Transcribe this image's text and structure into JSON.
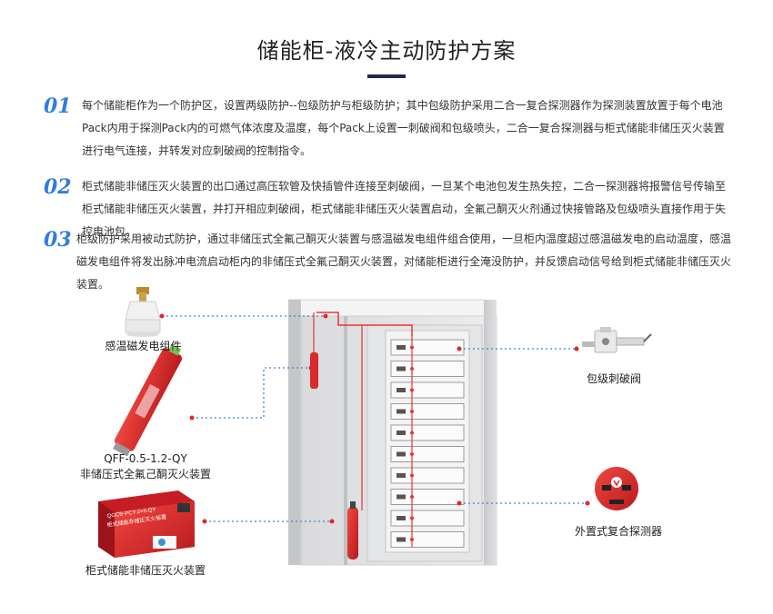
{
  "header": {
    "title": "储能柜-液冷主动防护方案"
  },
  "items": [
    {
      "num": "01",
      "text": "每个储能柜作为一个防护区，设置两级防护--包级防护与柜级防护；其中包级防护采用二合一复合探测器作为探测装置放置于每个电池Pack内用于探测Pack内的可燃气体浓度及温度，每个Pack上设置一刺破阀和包级喷头，二合一复合探测器与柜式储能非储压灭火装置进行电气连接，并转发对应刺破阀的控制指令。"
    },
    {
      "num": "02",
      "text": "柜式储能非储压灭火装置的出口通过高压软管及快插管件连接至刺破阀，一旦某个电池包发生热失控，二合一探测器将报警信号传输至柜式储能非储压灭火装置，并打开相应刺破阀，柜式储能非储压灭火装置启动，全氟己酮灭火剂通过快接管路及包级喷头直接作用于失控电池包。"
    },
    {
      "num": "03",
      "text": "柜级防护采用被动式防护，通过非储压式全氟己酮灭火装置与感温磁发电组件组合使用，一旦柜内温度超过感温磁发电的启动温度，感温磁发电组件将发出脉冲电流启动柜内的非储压式全氟己酮灭火装置，对储能柜进行全淹没防护，并反馈启动信号给到柜式储能非储压灭火装置。"
    }
  ],
  "components": {
    "thermal_magnetic": "感温磁发电组件",
    "qff_model": "QFF-0.5-1.2-QY",
    "qff_name": "非储压式全氟己酮灭火装置",
    "cabinet_device": "柜式储能非储压灭火装置",
    "pierce_valve": "包级刺破阀",
    "detector": "外置式复合探测器"
  },
  "device_print": {
    "line1": "QGCB-PCY-2×6-QY",
    "line2": "柜式储能非储压灭火装置"
  },
  "colors": {
    "accent_blue": "#2f7de0",
    "dark_navy": "#1d2a4a",
    "red": "#d8252d",
    "dot_line": "#3f83d9"
  }
}
